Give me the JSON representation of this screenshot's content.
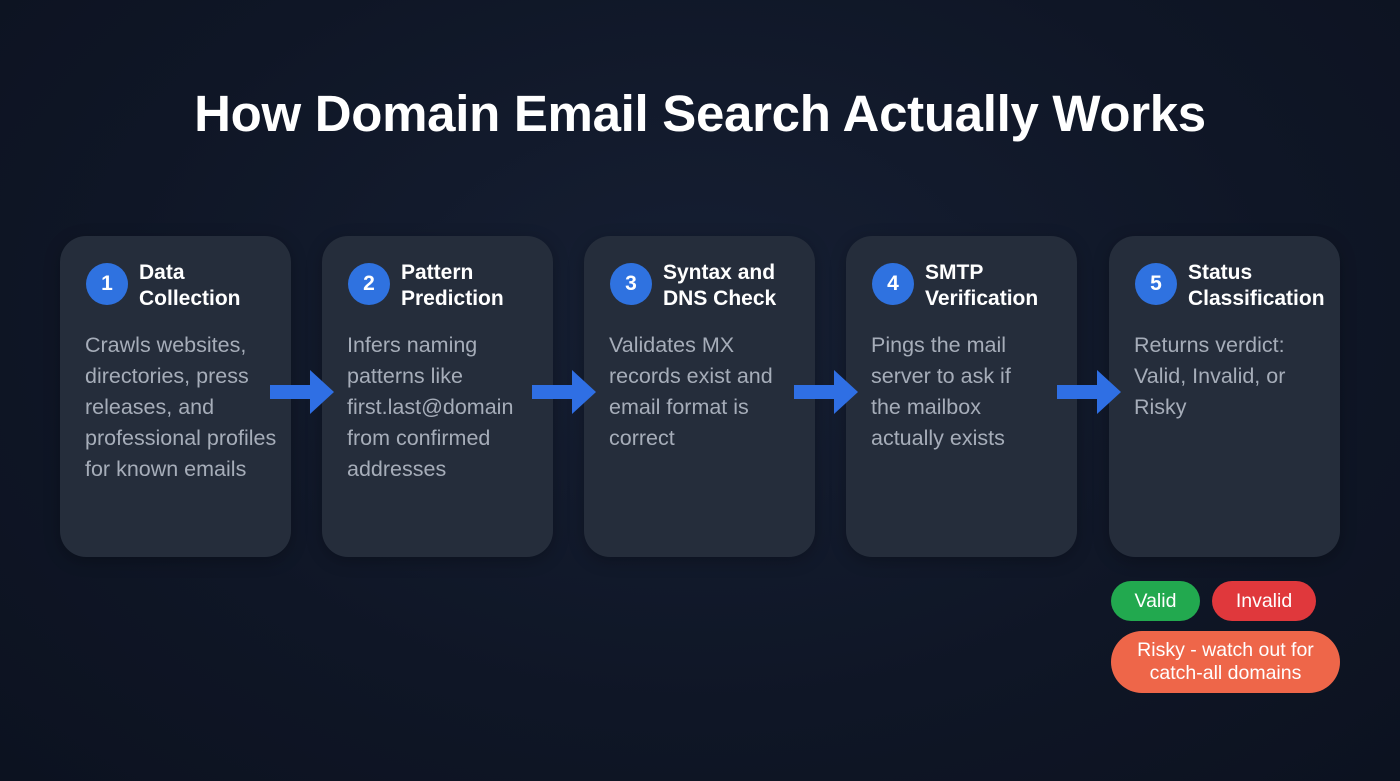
{
  "title": "How Domain Email Search Actually Works",
  "colors": {
    "background": "#101828",
    "card": "#252d3b",
    "accent_blue": "#2f72e0",
    "valid": "#22a94f",
    "invalid": "#e0383c",
    "risky": "#ee6649"
  },
  "steps": [
    {
      "number": "1",
      "title": "Data Collection",
      "description": "Crawls websites, directories, press releases, and professional profiles for known emails"
    },
    {
      "number": "2",
      "title": "Pattern Prediction",
      "description": "Infers naming patterns like first.last@domain from confirmed addresses"
    },
    {
      "number": "3",
      "title": "Syntax and DNS Check",
      "description": "Validates MX records exist and email format is correct"
    },
    {
      "number": "4",
      "title": "SMTP Verification",
      "description": "Pings the mail server to ask if the mailbox actually exists"
    },
    {
      "number": "5",
      "title": "Status Classification",
      "description": "Returns verdict: Valid, Invalid, or Risky"
    }
  ],
  "connectors": [
    "arrow-right-icon",
    "arrow-right-icon",
    "arrow-right-icon",
    "arrow-right-icon"
  ],
  "statuses": {
    "valid": "Valid",
    "invalid": "Invalid",
    "risky": "Risky - watch out for catch-all domains"
  }
}
